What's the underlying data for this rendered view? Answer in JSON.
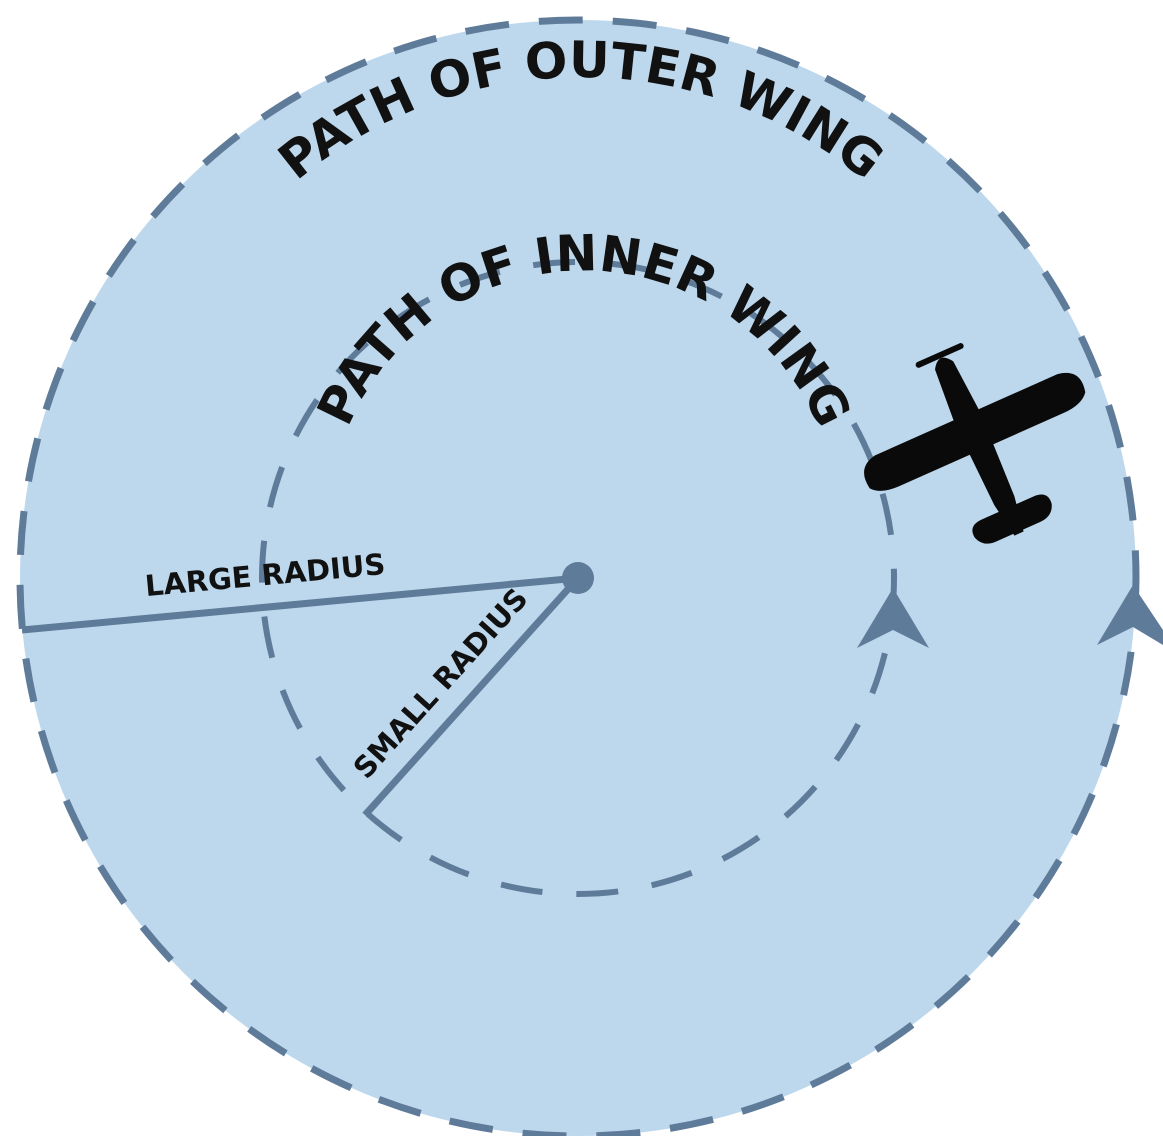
{
  "labels": {
    "outer_path": "PATH OF OUTER WING",
    "inner_path": "PATH OF INNER WING",
    "large_radius": "LARGE RADIUS",
    "small_radius": "SMALL RADIUS"
  },
  "colors": {
    "fill": "#bdd7ec",
    "stroke": "#5f7b9a",
    "airplane": "#0a0a0a",
    "text": "#111111"
  },
  "icons": {
    "airplane": "airplane-silhouette-icon",
    "direction_arrows": "arrowhead-up-icon"
  }
}
